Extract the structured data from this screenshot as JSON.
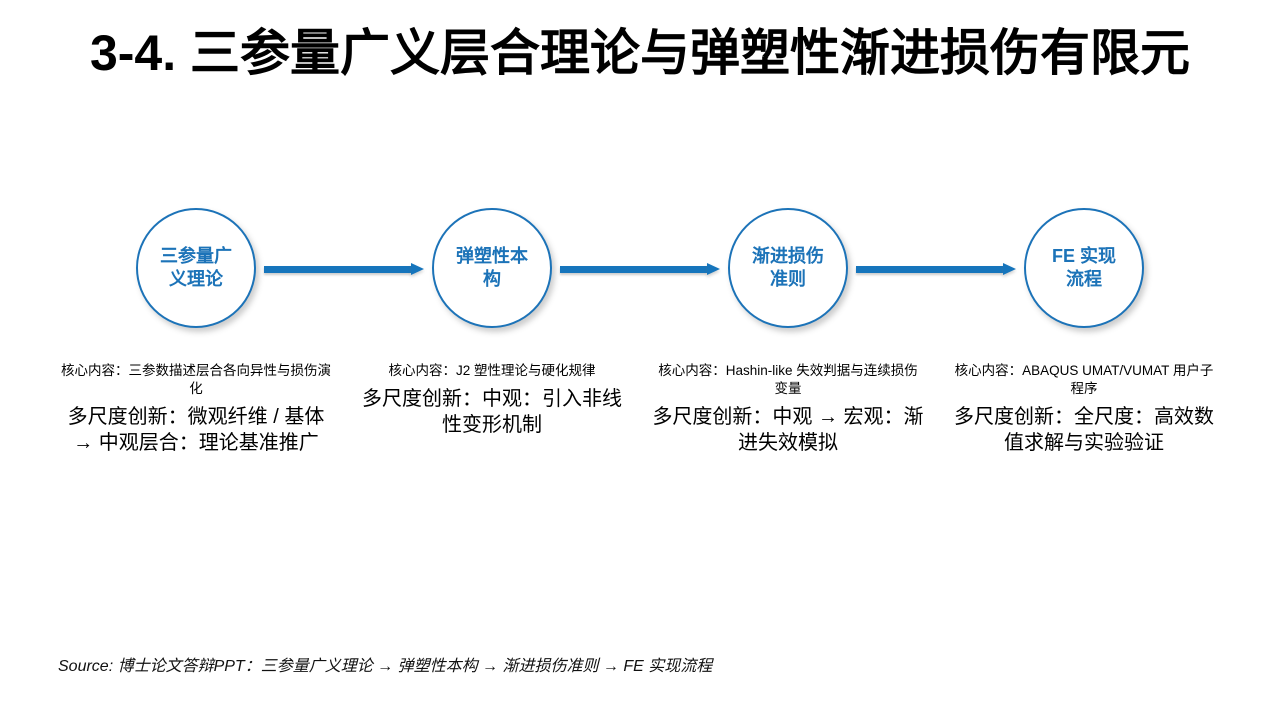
{
  "slide": {
    "title": "3-4. 三参量广义层合理论与弹塑性渐进损伤有限元",
    "accent_color": "#1675BC",
    "title_color": "#000000",
    "background_color": "#FFFFFF"
  },
  "flow": {
    "nodes": [
      {
        "label": "三参量广义理论"
      },
      {
        "label": "弹塑性本构"
      },
      {
        "label": "渐进损伤准则"
      },
      {
        "label": "FE 实现流程"
      }
    ],
    "arrows": [
      {
        "glyph": "→"
      },
      {
        "glyph": "→"
      },
      {
        "glyph": "→"
      }
    ]
  },
  "captions": [
    {
      "core": "核心内容：三参数描述层合各向异性与损伤演化",
      "innovation": "多尺度创新：微观纤维 / 基体 → 中观层合：理论基准推广"
    },
    {
      "core": "核心内容：J2 塑性理论与硬化规律",
      "innovation": "多尺度创新：中观：引入非线性变形机制"
    },
    {
      "core": "核心内容：Hashin-like 失效判据与连续损伤变量",
      "innovation": "多尺度创新：中观 → 宏观：渐进失效模拟"
    },
    {
      "core": "核心内容：ABAQUS UMAT/VUMAT 用户子程序",
      "innovation": "多尺度创新：全尺度：高效数值求解与实验验证"
    }
  ],
  "footer": {
    "source": "Source: 博士论文答辩PPT：三参量广义理论 → 弹塑性本构 → 渐进损伤准则 → FE 实现流程"
  }
}
